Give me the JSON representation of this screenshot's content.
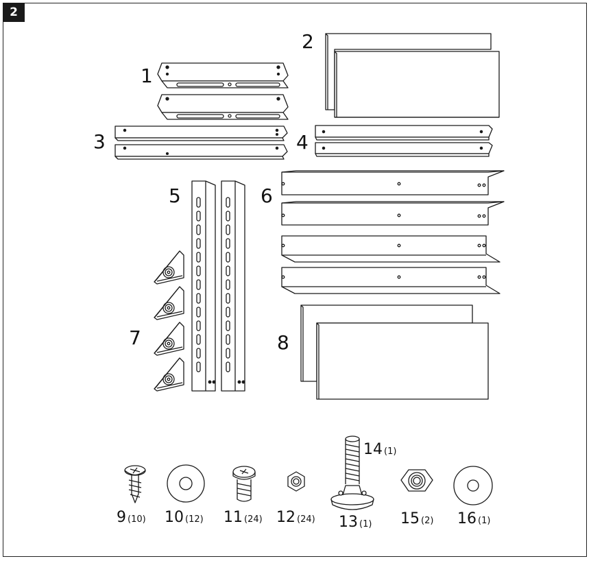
{
  "step_number": "2",
  "parts": {
    "p1": "1",
    "p2": "2",
    "p3": "3",
    "p4": "4",
    "p5": "5",
    "p6": "6",
    "p7": "7",
    "p8": "8"
  },
  "hardware": [
    {
      "number": "9",
      "qty": "(10)",
      "icon": "screw-icon"
    },
    {
      "number": "10",
      "qty": "(12)",
      "icon": "washer-icon"
    },
    {
      "number": "11",
      "qty": "(24)",
      "icon": "bolt-icon"
    },
    {
      "number": "12",
      "qty": "(24)",
      "icon": "nut-icon"
    },
    {
      "number": "13",
      "qty": "(1)",
      "icon": "leveling-foot-icon"
    },
    {
      "number": "14",
      "qty": "(1)",
      "icon": "threaded-rod-icon"
    },
    {
      "number": "15",
      "qty": "(2)",
      "icon": "hex-nut-icon"
    },
    {
      "number": "16",
      "qty": "(1)",
      "icon": "large-washer-icon"
    }
  ]
}
